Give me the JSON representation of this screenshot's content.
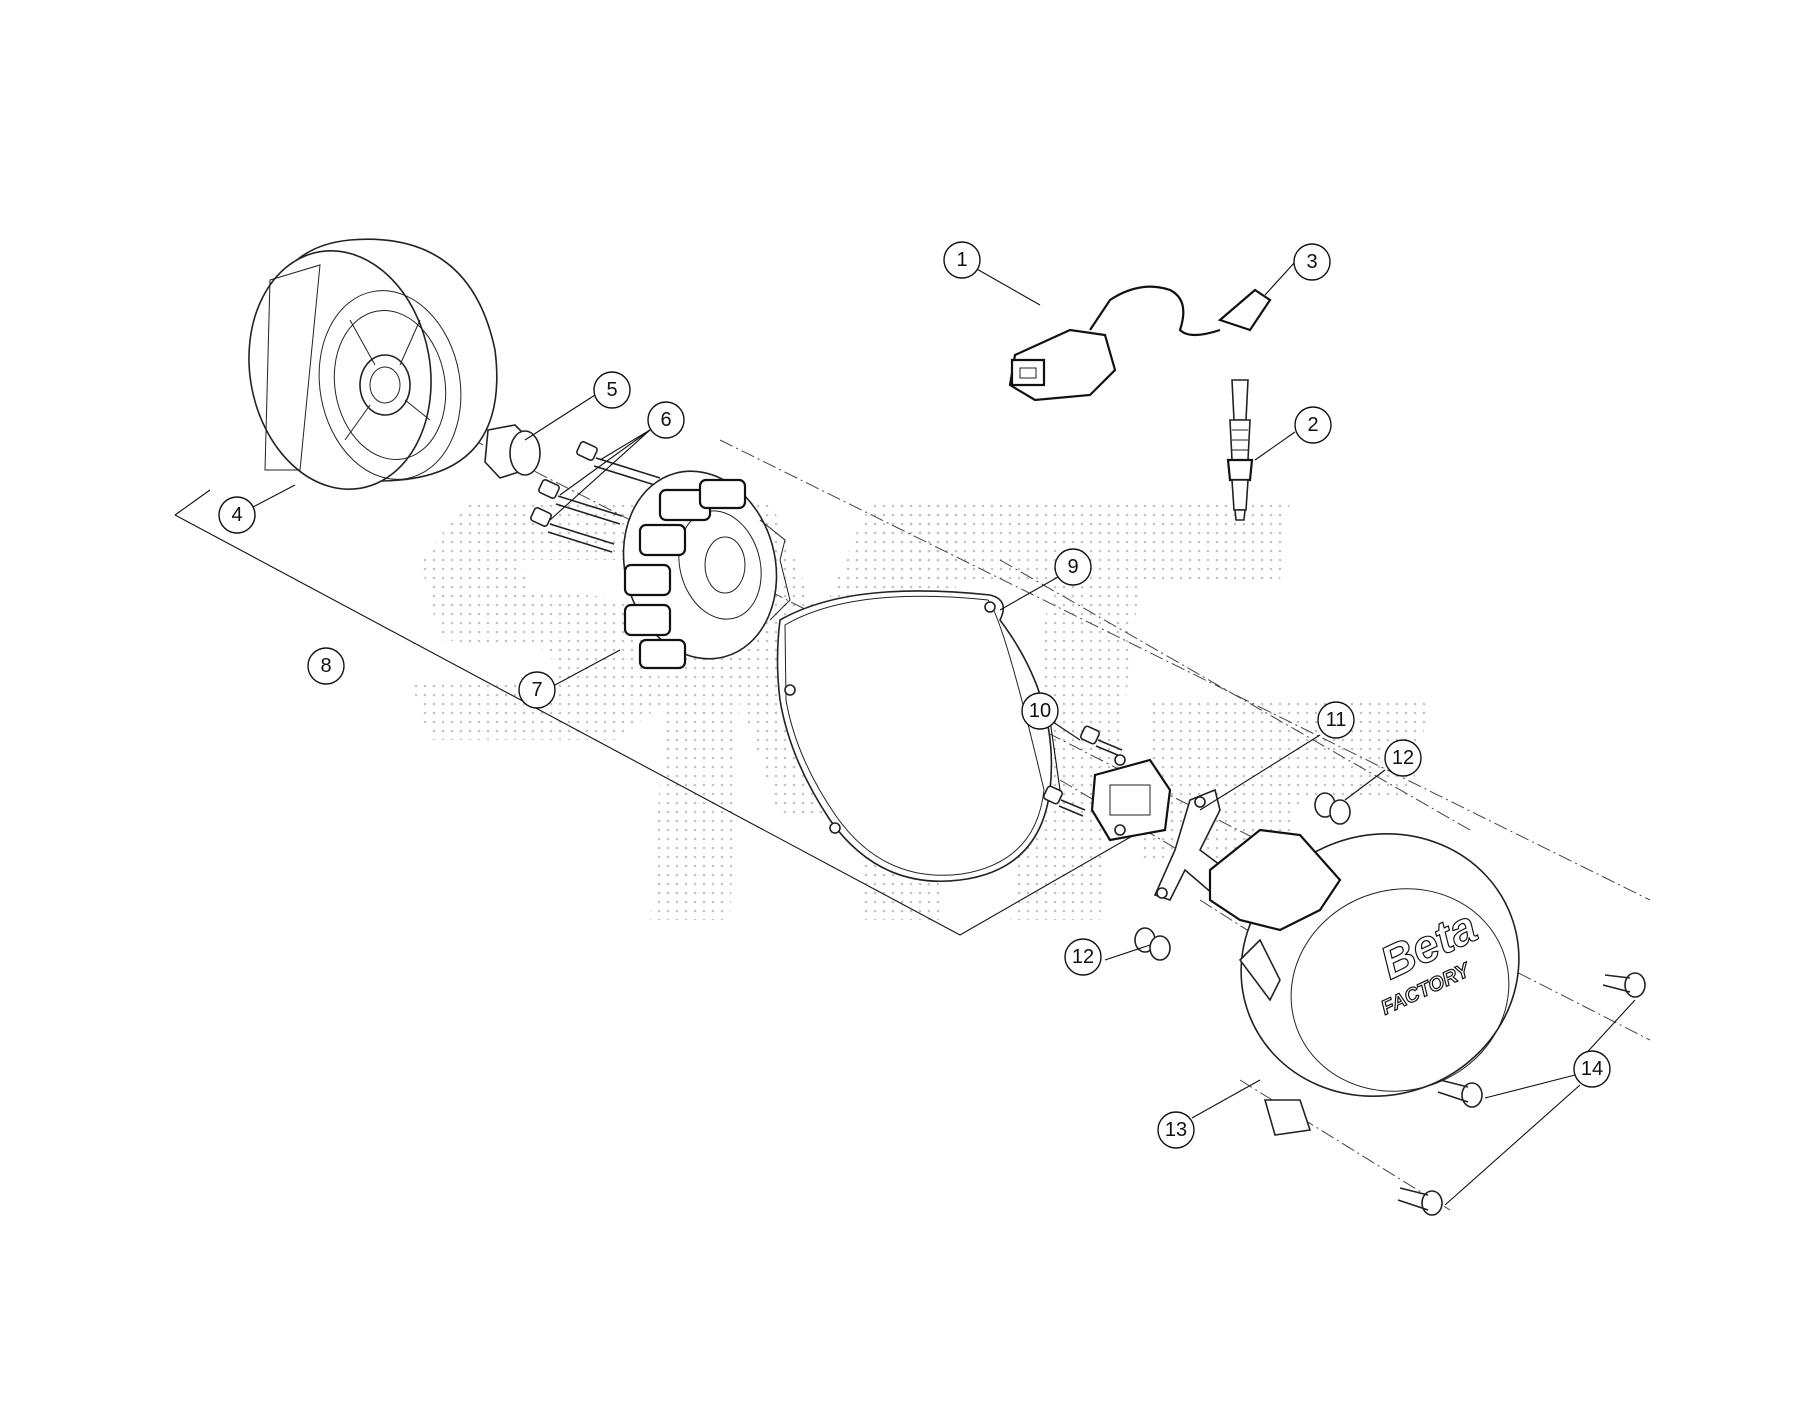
{
  "callouts": [
    {
      "id": "1",
      "label": "1"
    },
    {
      "id": "2",
      "label": "2"
    },
    {
      "id": "3",
      "label": "3"
    },
    {
      "id": "4",
      "label": "4"
    },
    {
      "id": "5",
      "label": "5"
    },
    {
      "id": "6",
      "label": "6"
    },
    {
      "id": "7",
      "label": "7"
    },
    {
      "id": "8",
      "label": "8"
    },
    {
      "id": "9",
      "label": "9"
    },
    {
      "id": "10",
      "label": "10"
    },
    {
      "id": "11",
      "label": "11"
    },
    {
      "id": "12a",
      "label": "12"
    },
    {
      "id": "12b",
      "label": "12"
    },
    {
      "id": "13",
      "label": "13"
    },
    {
      "id": "14",
      "label": "14"
    }
  ],
  "watermark": {
    "text": "SMT",
    "color": "#cccccc"
  },
  "cover_logo": {
    "brand": "Beta",
    "tagline": "FACTORY"
  }
}
